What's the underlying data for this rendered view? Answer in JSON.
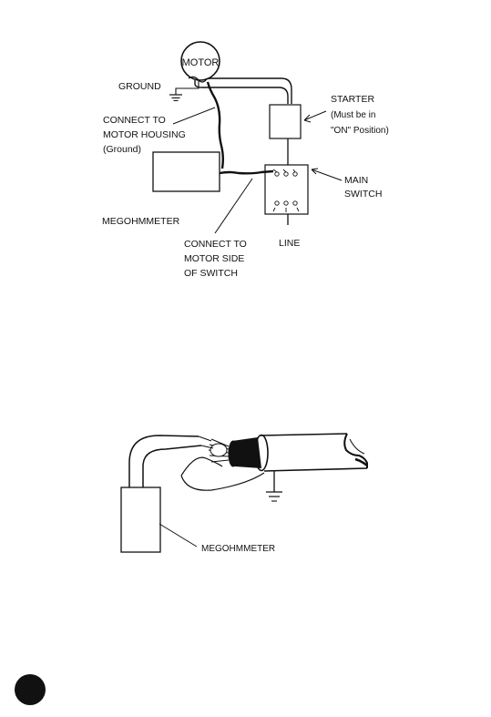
{
  "diagram_1": {
    "motor_label": "MOTOR",
    "ground_label": "GROUND",
    "connect_housing": [
      "CONNECT TO",
      "MOTOR HOUSING",
      "(Ground)"
    ],
    "megohmmeter_label": "MEGOHMMETER",
    "connect_switch": [
      "CONNECT TO",
      "MOTOR SIDE",
      "OF SWITCH"
    ],
    "line_label": "LINE",
    "starter": [
      "STARTER",
      "(Must be in",
      "\"ON\" Position)"
    ],
    "main_switch": [
      "MAIN",
      "SWITCH"
    ]
  },
  "diagram_2": {
    "megohmmeter_label": "MEGOHMMETER"
  },
  "colors": {
    "ink": "#111111",
    "page": "#ffffff"
  }
}
